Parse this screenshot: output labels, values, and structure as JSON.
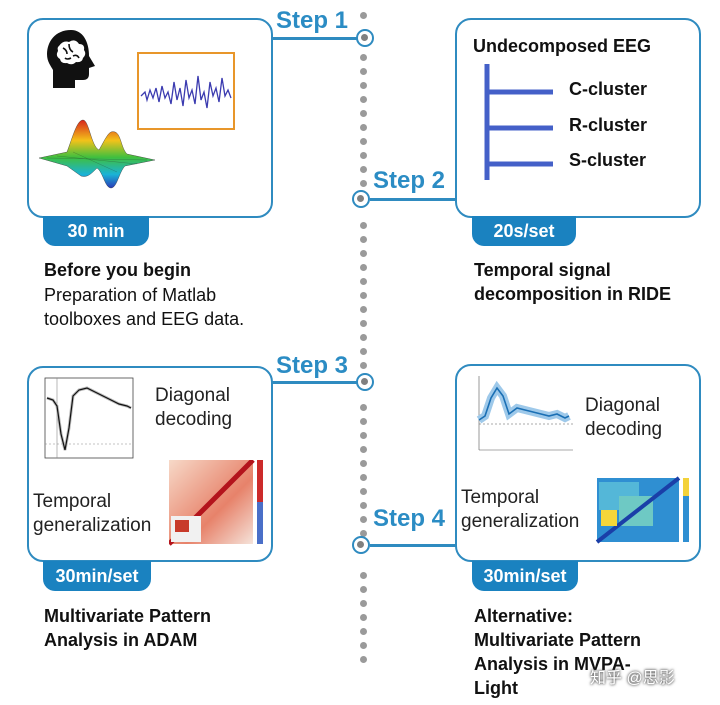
{
  "steps": {
    "step1": "Step 1",
    "step2": "Step 2",
    "step3": "Step 3",
    "step4": "Step 4"
  },
  "card1": {
    "badge": "30 min",
    "title": "Before you begin",
    "description": "Preparation of Matlab toolboxes and EEG data."
  },
  "card2": {
    "heading": "Undecomposed EEG",
    "clusters": [
      "C-cluster",
      "R-cluster",
      "S-cluster"
    ],
    "badge": "20s/set",
    "title": "Temporal signal decomposition in RIDE"
  },
  "card3": {
    "diagonal_label": "Diagonal decoding",
    "temporal_label": "Temporal generalization",
    "badge": "30min/set",
    "title": "Multivariate Pattern Analysis in ADAM"
  },
  "card4": {
    "diagonal_label": "Diagonal decoding",
    "temporal_label": "Temporal generalization",
    "badge": "30min/set",
    "title": "Alternative: Multivariate Pattern Analysis in MVPA-Light"
  },
  "watermark": "知乎 @思影",
  "colors": {
    "accent": "#1a82c0",
    "border": "#2f8bc0",
    "timeline": "#9a9a9a"
  },
  "icons": [
    "brain-head-icon",
    "eeg-wave-icon",
    "surface-3d-icon"
  ]
}
